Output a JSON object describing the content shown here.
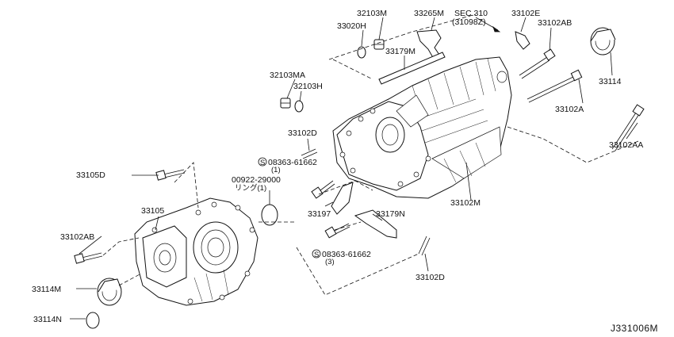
{
  "diagram": {
    "reference_code": "J331006M",
    "labels": {
      "p32103M": "32103M",
      "p33265M": "33265M",
      "sec310": "SEC.310",
      "sec310_sub": "(31098Z)",
      "p33102E": "33102E",
      "p33102AB_top": "33102AB",
      "p33020H": "33020H",
      "p33179M": "33179M",
      "p33114": "33114",
      "p32103MA": "32103MA",
      "p32103H": "32103H",
      "p33102A": "33102A",
      "p33102D_top": "33102D",
      "p33102AA": "33102AA",
      "s_08363_1": "08363-61662",
      "s_08363_1_qty": "(1)",
      "p33105D": "33105D",
      "p00922": "00922-29000",
      "p00922_sub": "リング(1)",
      "p33105": "33105",
      "p33197": "33197",
      "p33179N": "33179N",
      "p33102M": "33102M",
      "p33102AB_left": "33102AB",
      "s_08363_3": "08363-61662",
      "s_08363_3_qty": "(3)",
      "p33114M": "33114M",
      "p33102D_bottom": "33102D",
      "p33114N": "33114N",
      "s_symbol": "S"
    }
  }
}
